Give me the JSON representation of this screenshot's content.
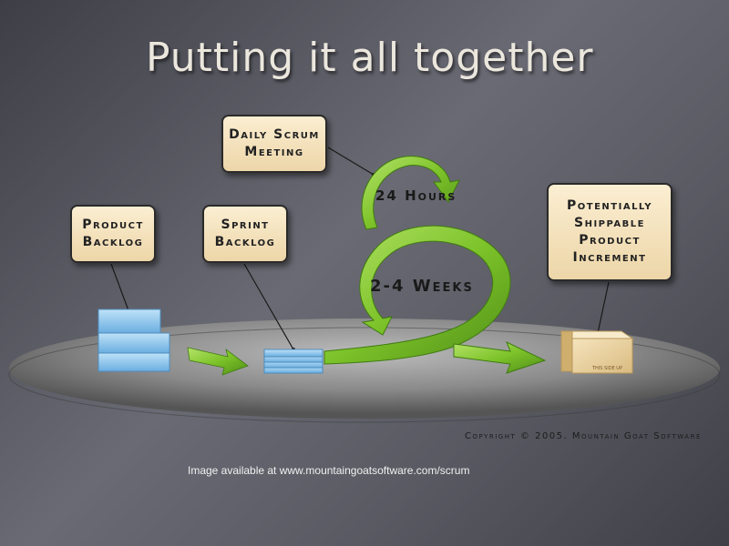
{
  "slide": {
    "title": "Putting it all together",
    "caption": "Image available at www.mountaingoatsoftware.com/scrum",
    "copyright": "Copyright © 2005. Mountain Goat Software"
  },
  "callouts": {
    "daily_scrum": [
      "Daily Scrum",
      "Meeting"
    ],
    "product_backlog": [
      "Product",
      "Backlog"
    ],
    "sprint_backlog": [
      "Sprint",
      "Backlog"
    ],
    "increment": [
      "Potentially",
      "Shippable",
      "Product",
      "Increment"
    ]
  },
  "cycle_labels": {
    "daily": "24 Hours",
    "sprint": "2-4 Weeks"
  },
  "box_text": "THIS SIDE UP",
  "colors": {
    "arrow_green": "#7dc32a",
    "callout_fill": "#f5e2bd",
    "backlog_blue": "#8cc6ec",
    "box_tan": "#e8cf9a"
  }
}
